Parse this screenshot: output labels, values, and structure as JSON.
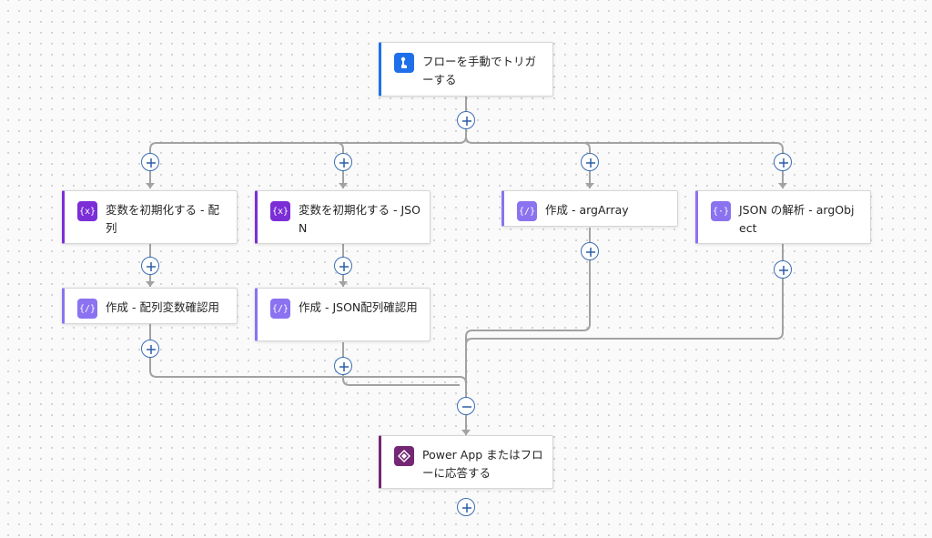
{
  "flow": {
    "trigger": {
      "label": "フローを手動でトリガーする",
      "icon": "manual-trigger-icon",
      "accent": "#1f6feb"
    },
    "actions": {
      "init_array": {
        "label": "変数を初期化する - 配列",
        "icon": "variable-icon",
        "accent": "#7b2ed6"
      },
      "init_json": {
        "label": "変数を初期化する - JSON",
        "icon": "variable-icon",
        "accent": "#7b2ed6"
      },
      "compose_arg_array": {
        "label": "作成 - argArray",
        "icon": "compose-icon",
        "accent": "#8b72f0"
      },
      "parse_json": {
        "label": "JSON の解析 - argObject",
        "icon": "parse-json-icon",
        "accent": "#8b72f0"
      },
      "compose_array_check": {
        "label": "作成 - 配列変数確認用",
        "icon": "compose-icon",
        "accent": "#8b72f0"
      },
      "compose_json_check": {
        "label": "作成 - JSON配列確認用",
        "icon": "compose-icon",
        "accent": "#8b72f0"
      },
      "respond": {
        "label": "Power App またはフローに応答する",
        "icon": "power-apps-icon",
        "accent": "#742774"
      }
    }
  }
}
